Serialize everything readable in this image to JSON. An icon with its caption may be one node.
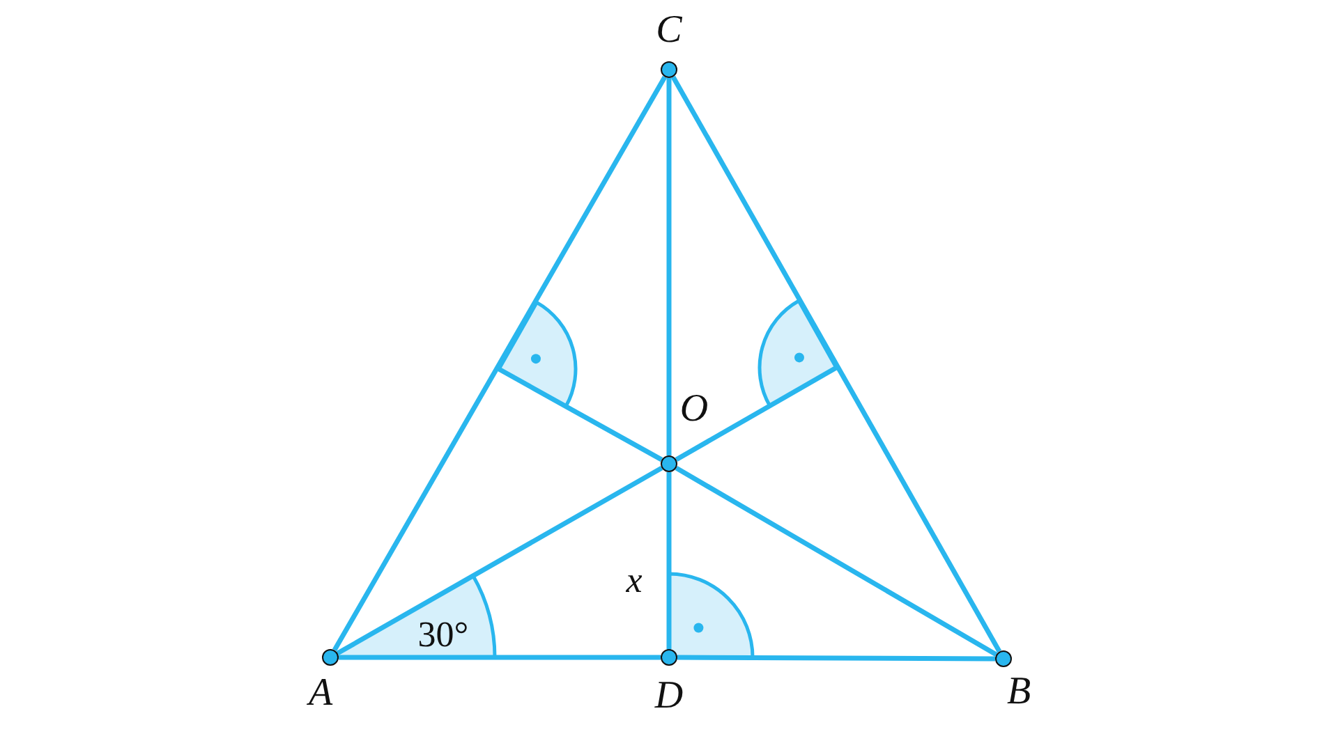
{
  "diagram": {
    "nodes": [
      {
        "text": [],
        "shape": "circle",
        "beside": [
          "A"
        ]
      },
      {
        "text": [],
        "shape": "circle",
        "beside": [
          "B"
        ]
      },
      {
        "text": [],
        "shape": "circle",
        "beside": [
          "C"
        ]
      },
      {
        "text": [],
        "shape": "circle",
        "beside": [
          "D"
        ]
      },
      {
        "text": [],
        "shape": "circle",
        "beside": [
          "O"
        ]
      },
      {
        "text": [],
        "shape": "sector"
      },
      {
        "text": [],
        "shape": "sector"
      }
    ],
    "edges": [
      {
        "from": 0,
        "to": 3,
        "arrow": "none"
      },
      {
        "from": 3,
        "to": 1,
        "arrow": "none"
      },
      {
        "from": 1,
        "to": 2,
        "arrow": "none"
      },
      {
        "from": 2,
        "to": 0,
        "arrow": "none"
      },
      {
        "from": 2,
        "to": 4,
        "arrow": "none"
      },
      {
        "from": 4,
        "to": 3,
        "arrow": "none",
        "label": "x"
      },
      {
        "from": 0,
        "to": 4,
        "arrow": "none"
      },
      {
        "from": 4,
        "to": 6,
        "arrow": "none"
      },
      {
        "from": 1,
        "to": 4,
        "arrow": "none"
      },
      {
        "from": 4,
        "to": 5,
        "arrow": "none"
      }
    ],
    "labels": [
      "30°"
    ]
  }
}
